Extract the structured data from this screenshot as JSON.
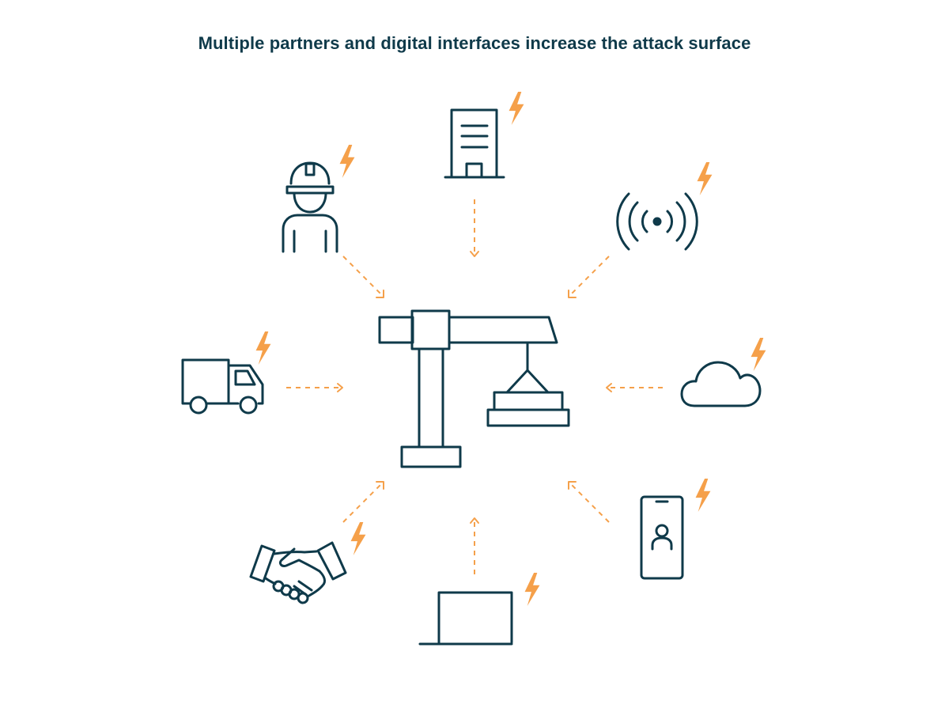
{
  "title": "Multiple partners and digital interfaces increase the attack surface",
  "colors": {
    "icon": "#0f3a4a",
    "threat": "#f5a04a"
  },
  "center": {
    "icon": "crane-icon"
  },
  "nodes": [
    {
      "name": "worker",
      "icon": "construction-worker-icon"
    },
    {
      "name": "office-building",
      "icon": "office-building-icon"
    },
    {
      "name": "wireless-signal",
      "icon": "wireless-signal-icon"
    },
    {
      "name": "delivery-truck",
      "icon": "delivery-truck-icon"
    },
    {
      "name": "cloud",
      "icon": "cloud-icon"
    },
    {
      "name": "handshake",
      "icon": "handshake-icon"
    },
    {
      "name": "laptop",
      "icon": "laptop-icon"
    },
    {
      "name": "smartphone-user",
      "icon": "smartphone-user-icon"
    }
  ],
  "threat_icon": "lightning-bolt-icon"
}
